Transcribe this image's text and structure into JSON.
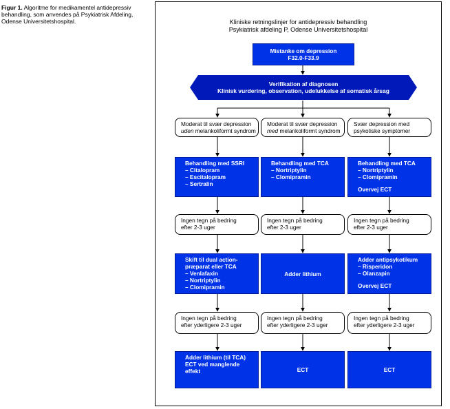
{
  "caption": {
    "label": "Figur 1.",
    "lines": [
      "Algoritme for medikamentel antidepressiv",
      "behandling, som anvendes på Psykiatrisk Afdeling,",
      "Odense Universitetshospital."
    ]
  },
  "title": [
    "Kliniske retningslinjer for antidepressiv behandling",
    "Psykiatrisk afdeling P, Odense Universitetshospital"
  ],
  "top_box": [
    "Mistanke om depression",
    "F32.0-F33.9"
  ],
  "verification": [
    "Verifikation af diagnosen",
    "Klinisk vurdering, observation, udelukkelse af somatisk årsag"
  ],
  "columns": [
    {
      "category": {
        "pre": "Moderat til svær depression",
        "em": "uden",
        "post": " melankoliformt syndrom"
      },
      "treatment1": [
        "Behandling med SSRI",
        "– Citalopram",
        "– Escitalopram",
        "– Sertralin"
      ],
      "check1": [
        "Ingen tegn på bedring",
        "efter 2-3 uger"
      ],
      "treatment2": [
        "Skift til dual action-",
        "præparat eller TCA",
        "– Venlafaxin",
        "– Nortriptylin",
        "– Clomipramin"
      ],
      "check2": [
        "Ingen tegn på bedring",
        "efter yderligere 2-3 uger"
      ],
      "treatment3": [
        "Adder lithium (til TCA)",
        "ECT ved manglende",
        "effekt"
      ]
    },
    {
      "category": {
        "pre": "Moderat til svær depression",
        "em": "med",
        "post": " melankoliformt syndrom"
      },
      "treatment1": [
        "Behandling med TCA",
        "– Nortriptylin",
        "– Clomipramin"
      ],
      "check1": [
        "Ingen tegn på bedring",
        "efter 2-3 uger"
      ],
      "treatment2": [
        "Adder lithium"
      ],
      "check2": [
        "Ingen tegn på bedring",
        "efter yderligere 2-3 uger"
      ],
      "treatment3": [
        "ECT"
      ]
    },
    {
      "category": {
        "pre": "Svær depression med",
        "em": "",
        "post": "psykotiske symptomer"
      },
      "treatment1": [
        "Behandling med TCA",
        "– Nortriptylin",
        "– Clomipramin",
        "",
        "Overvej ECT"
      ],
      "check1": [
        "Ingen tegn på bedring",
        "efter 2-3 uger"
      ],
      "treatment2": [
        "Adder antipsykotikum",
        "– Risperidon",
        "– Olanzapin",
        "",
        "Overvej ECT"
      ],
      "check2": [
        "Ingen tegn på bedring",
        "efter yderligere 2-3 uger"
      ],
      "treatment3": [
        "ECT"
      ]
    }
  ],
  "colors": {
    "box_blue": "#0033e8",
    "header_blue": "#0019b8"
  }
}
